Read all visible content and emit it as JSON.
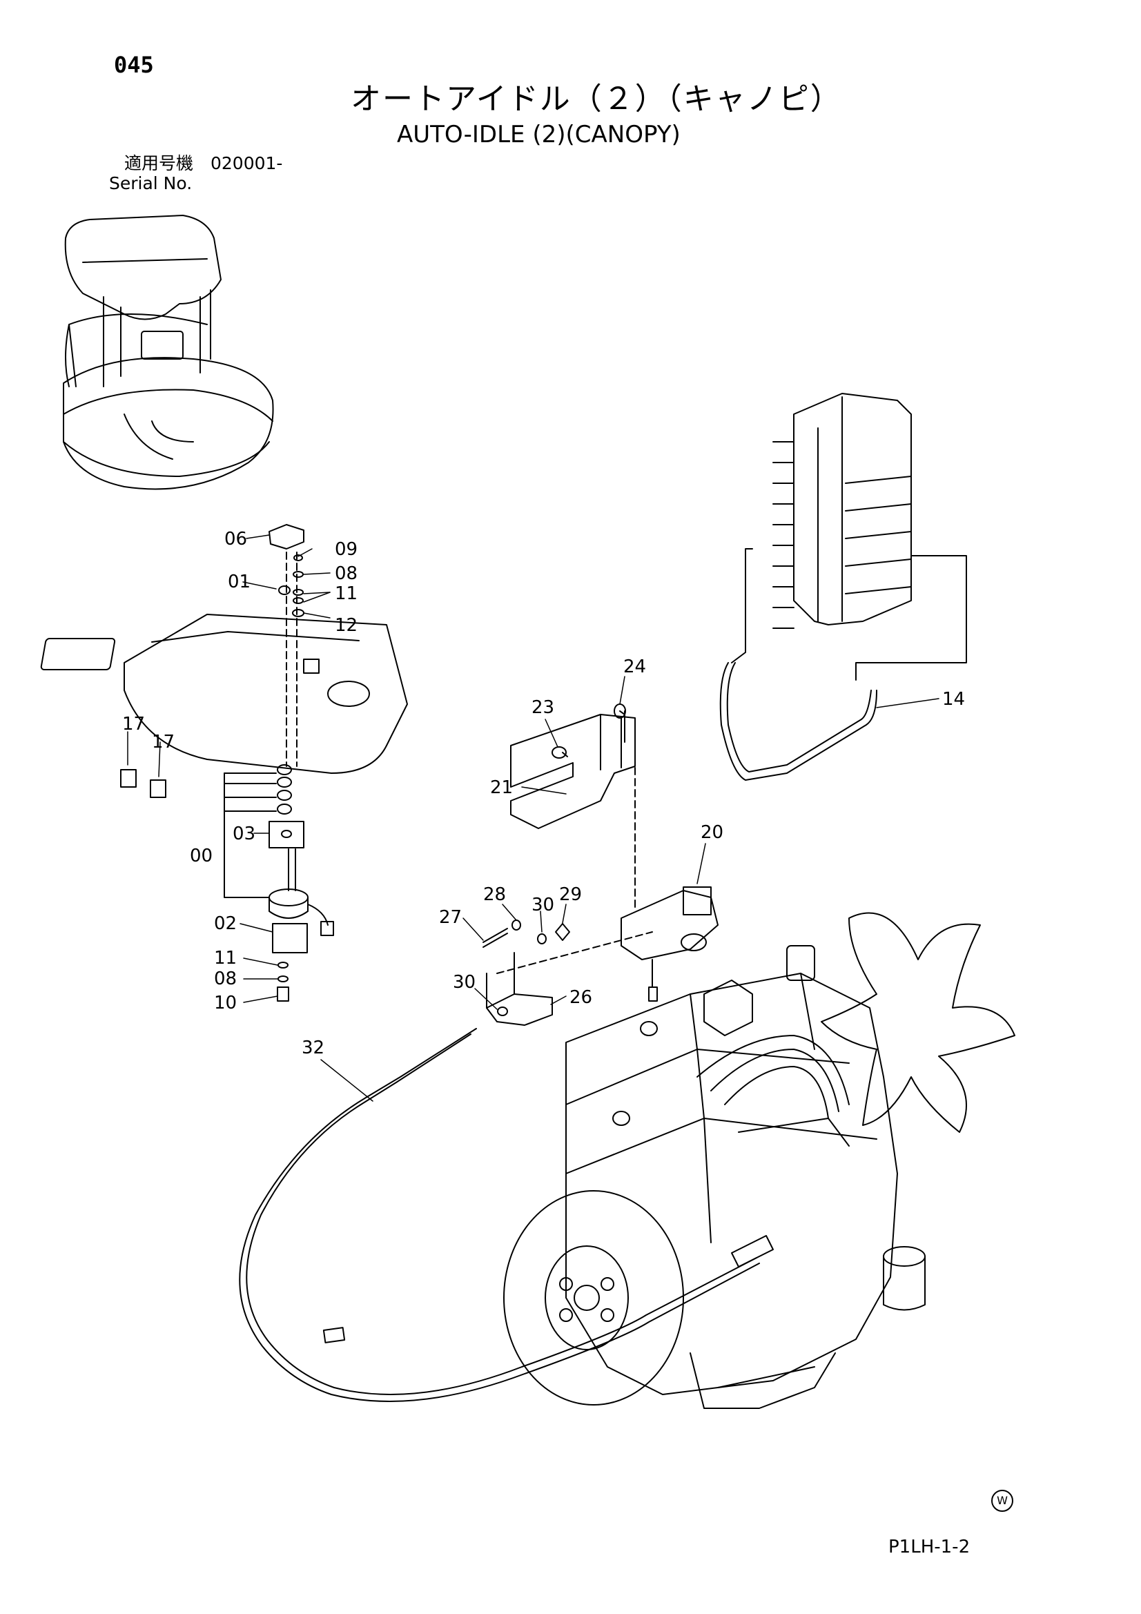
{
  "header": {
    "page_number": "045",
    "title_jp": "オートアイドル（２）（キャノピ）",
    "title_en": "AUTO-IDLE (2)(CANOPY)",
    "serial_jp": "適用号機　020001-",
    "serial_en": "Serial No."
  },
  "parts": {
    "p00": "00",
    "p01": "01",
    "p02": "02",
    "p03": "03",
    "p06": "06",
    "p08a": "08",
    "p08b": "08",
    "p09": "09",
    "p10": "10",
    "p11a": "11",
    "p11b": "11",
    "p12": "12",
    "p14": "14",
    "p17a": "17",
    "p17b": "17",
    "p20": "20",
    "p21": "21",
    "p23": "23",
    "p24": "24",
    "p26": "26",
    "p27": "27",
    "p28": "28",
    "p29": "29",
    "p30a": "30",
    "p30b": "30",
    "p32": "32"
  },
  "footer": {
    "drawing_code": "P1LH-1-2",
    "mark": "W"
  }
}
